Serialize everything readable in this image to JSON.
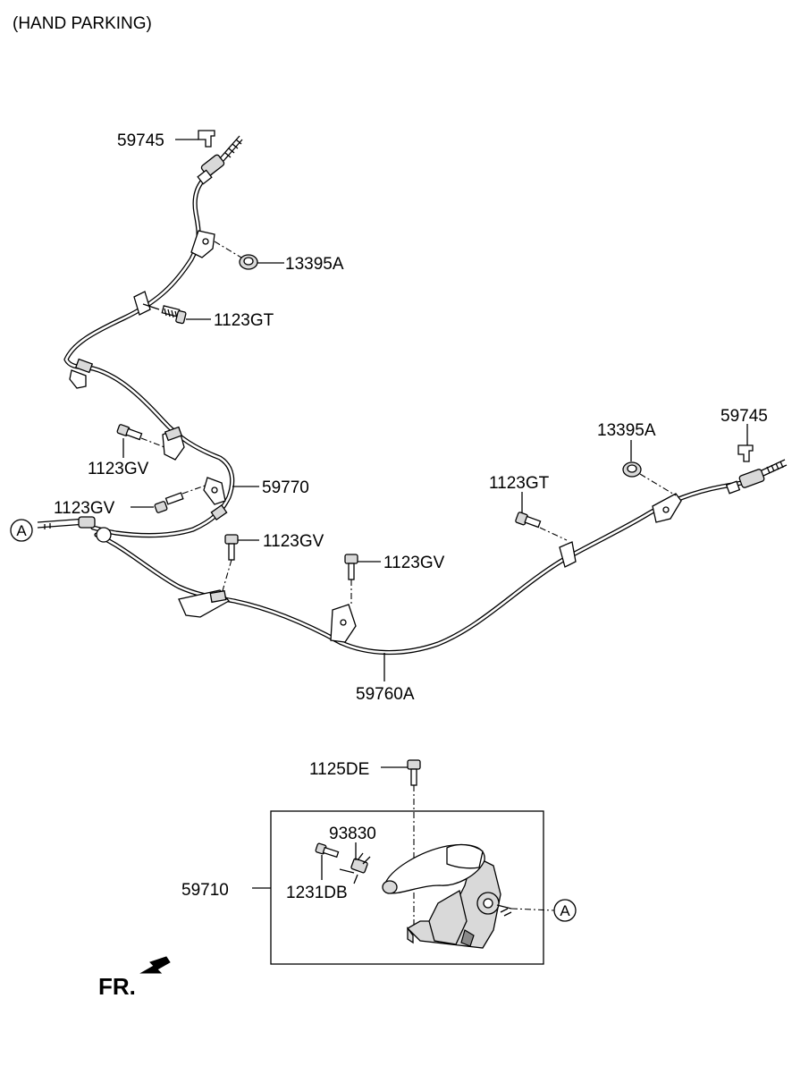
{
  "title": "(HAND PARKING)",
  "front_label": "FR.",
  "reference_marker": "A",
  "labels": {
    "clip_left": "59745",
    "nut_left": "13395A",
    "bolt_gt_left": "1123GT",
    "bolt_gv_1": "1123GV",
    "cable_left": "59770",
    "bolt_gv_2": "1123GV",
    "bolt_gv_3": "1123GV",
    "bolt_gv_4": "1123GV",
    "bolt_gt_right": "1123GT",
    "nut_right": "13395A",
    "clip_right": "59745",
    "cable_right": "59760A",
    "bolt_de": "1125DE",
    "switch": "93830",
    "screw_db": "1231DB",
    "lever_assembly": "59710"
  }
}
